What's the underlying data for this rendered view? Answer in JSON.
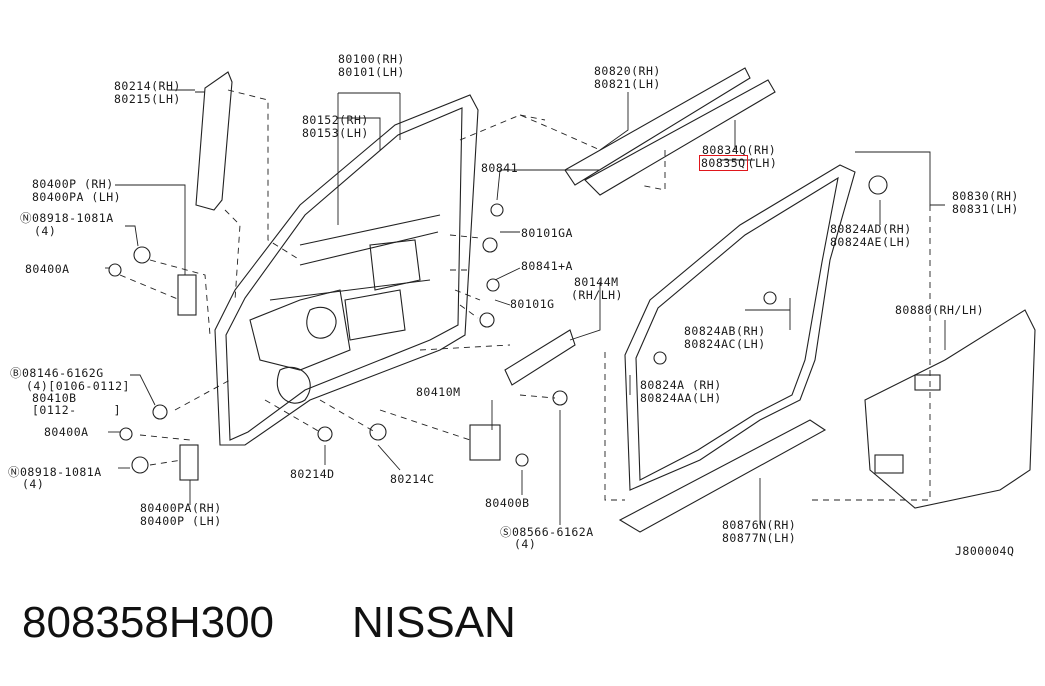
{
  "title": {
    "part_number": "808358H300",
    "brand": "NISSAN"
  },
  "labels": {
    "l80100": "80100(RH)",
    "l80101": "80101(LH)",
    "l80214": "80214(RH)",
    "l80215": "80215(LH)",
    "l80152": "80152(RH)",
    "l80153": "80153(LH)",
    "l80820": "80820(RH)",
    "l80821": "80821(LH)",
    "l80834": "80834Q(RH)",
    "l80835_num": "80835Q",
    "l80835_side": "(LH)",
    "l80841": "80841",
    "l80101GA": "80101GA",
    "l80841A": "80841+A",
    "l80101G": "80101G",
    "l80144M": "80144M",
    "l80144M_side": "(RH/LH)",
    "l80400P": "80400P (RH)",
    "l80400PA": "80400PA (LH)",
    "l08918a": "Ⓝ08918-1081A",
    "qty4": "(4)",
    "l80400A": "80400A",
    "l80830": "80830(RH)",
    "l80831": "80831(LH)",
    "l80824AD": "80824AD(RH)",
    "l80824AE": "80824AE(LH)",
    "l80880": "80880(RH/LH)",
    "l80824AB": "80824AB(RH)",
    "l80824AC": "80824AC(LH)",
    "l80824A": "80824A (RH)",
    "l80824AA": "80824AA(LH)",
    "l08146": "Ⓑ08146-6162G",
    "l08146_qty": "(4)[0106-0112]",
    "l80410B": "80410B",
    "l80410B_range": "[0112-     ]",
    "l80410M": "80410M",
    "l08918b": "Ⓝ08918-1081A",
    "l80214D": "80214D",
    "l80214C": "80214C",
    "l80400B": "80400B",
    "l80400PA2": "80400PA(RH)",
    "l80400P2": "80400P (LH)",
    "l80876N": "80876N(RH)",
    "l80877N": "80877N(LH)",
    "l08566": "Ⓢ08566-6162A",
    "diagram_code": "J800004Q"
  }
}
